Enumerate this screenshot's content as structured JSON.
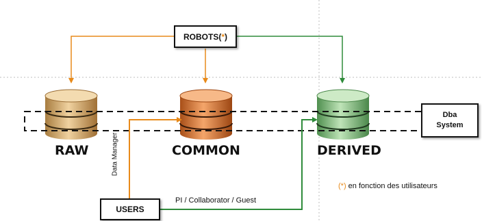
{
  "robots": {
    "label": "ROBOTS",
    "paren_open": "(",
    "star": "*",
    "paren_close": ")"
  },
  "users": {
    "label": "USERS"
  },
  "dba": {
    "line1": "Dba",
    "line2": "System"
  },
  "databases": [
    {
      "label": "RAW",
      "color": "#d8b27a"
    },
    {
      "label": "COMMON",
      "color": "#d97a3c"
    },
    {
      "label": "DERIVED",
      "color": "#7fbf7f"
    }
  ],
  "edges": {
    "data_manager": "Data Manager",
    "pi_collaborator_guest": "PI / Collaborator / Guest"
  },
  "footnote": {
    "star": "(*)",
    "text": " en fonction des utilisateurs"
  },
  "colors": {
    "orange_arrow": "#e88a1a",
    "green_arrow": "#2e8b3a",
    "dashed_line": "#111111",
    "divider": "#bdbdbd"
  }
}
